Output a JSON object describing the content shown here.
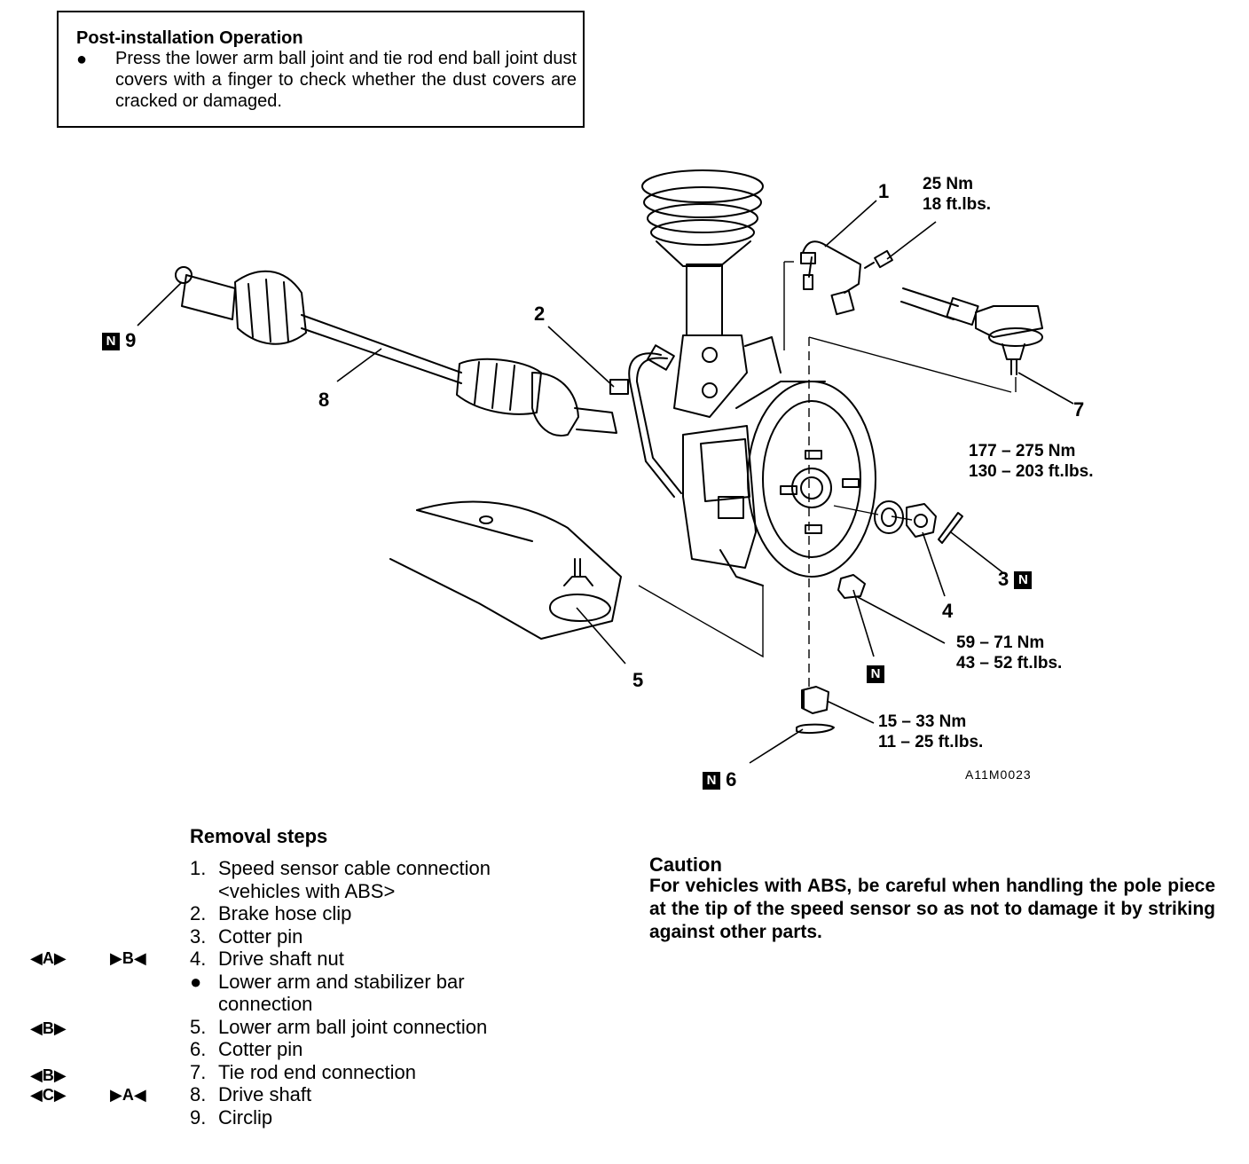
{
  "post_install": {
    "title": "Post-installation Operation",
    "bullet": "●",
    "text": "Press the lower arm ball joint and tie rod end ball joint dust covers with a finger to check whether the dust covers are cracked or damaged."
  },
  "callouts": {
    "c1": "1",
    "c2": "2",
    "c3": "3",
    "c4": "4",
    "c5": "5",
    "c6": "6",
    "c7": "7",
    "c8": "8",
    "c9": "9",
    "n_badge": "N"
  },
  "torques": {
    "t1": {
      "nm": "25 Nm",
      "ft": "18 ft.lbs."
    },
    "t2": {
      "nm": "177 – 275 Nm",
      "ft": "130 – 203 ft.lbs."
    },
    "t3": {
      "nm": "59 – 71 Nm",
      "ft": "43 – 52 ft.lbs."
    },
    "t4": {
      "nm": "15 – 33 Nm",
      "ft": "11 – 25 ft.lbs."
    }
  },
  "figure_code": "A11M0023",
  "removal": {
    "title": "Removal steps",
    "steps": [
      {
        "num": "1.",
        "text": "Speed sensor cable connection"
      },
      {
        "num": "",
        "text": "<vehicles with ABS>"
      },
      {
        "num": "2.",
        "text": "Brake hose clip"
      },
      {
        "num": "3.",
        "text": "Cotter pin"
      },
      {
        "num": "4.",
        "text": "Drive shaft nut"
      },
      {
        "num": "●",
        "text": "Lower arm and stabilizer bar"
      },
      {
        "num": "",
        "text": "connection"
      },
      {
        "num": "5.",
        "text": "Lower arm ball joint connection"
      },
      {
        "num": "6.",
        "text": "Cotter pin"
      },
      {
        "num": "7.",
        "text": "Tie rod end connection"
      },
      {
        "num": "8.",
        "text": "Drive shaft"
      },
      {
        "num": "9.",
        "text": "Circlip"
      }
    ],
    "markers": {
      "m_step4_left": "◀A▶",
      "m_step4_right": "▶B◀",
      "m_step5": "◀B▶",
      "m_step7": "◀B▶",
      "m_step8_left": "◀C▶",
      "m_step8_right": "▶A◀"
    }
  },
  "caution": {
    "title": "Caution",
    "text": "For vehicles with ABS, be careful when handling the pole piece at the tip of the speed sensor so as not to damage it by striking against other parts."
  }
}
